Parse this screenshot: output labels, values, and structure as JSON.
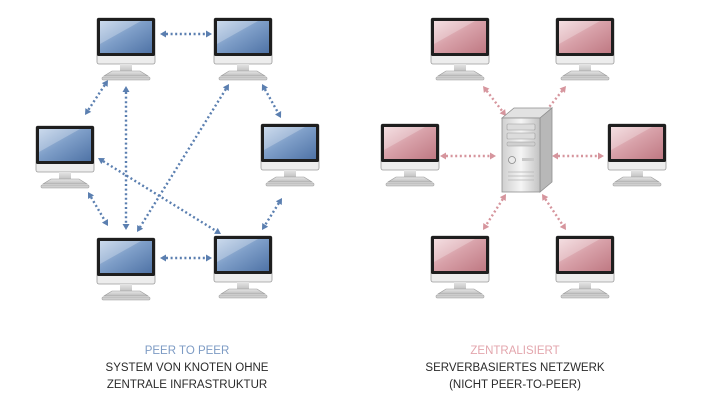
{
  "colors": {
    "p2p_screen": "#7f9fc6",
    "p2p_screen_light": "#c9d9ec",
    "p2p_arrow": "#5b7fb0",
    "central_screen": "#d49aa2",
    "central_screen_light": "#f1d6da",
    "central_arrow": "#d6959d",
    "p2p_title": "#7d9bc4",
    "central_title": "#e3a6ad",
    "caption_text": "#2a2a2a"
  },
  "left": {
    "title": "PEER TO PEER",
    "line1": "SYSTEM VON KNOTEN OHNE",
    "line2": "ZENTRALE INFRASTRUKTUR"
  },
  "right": {
    "title": "ZENTRALISIERT",
    "line1": "SERVERBASIERTES NETZWERK",
    "line2": "(NICHT PEER-TO-PEER)"
  }
}
